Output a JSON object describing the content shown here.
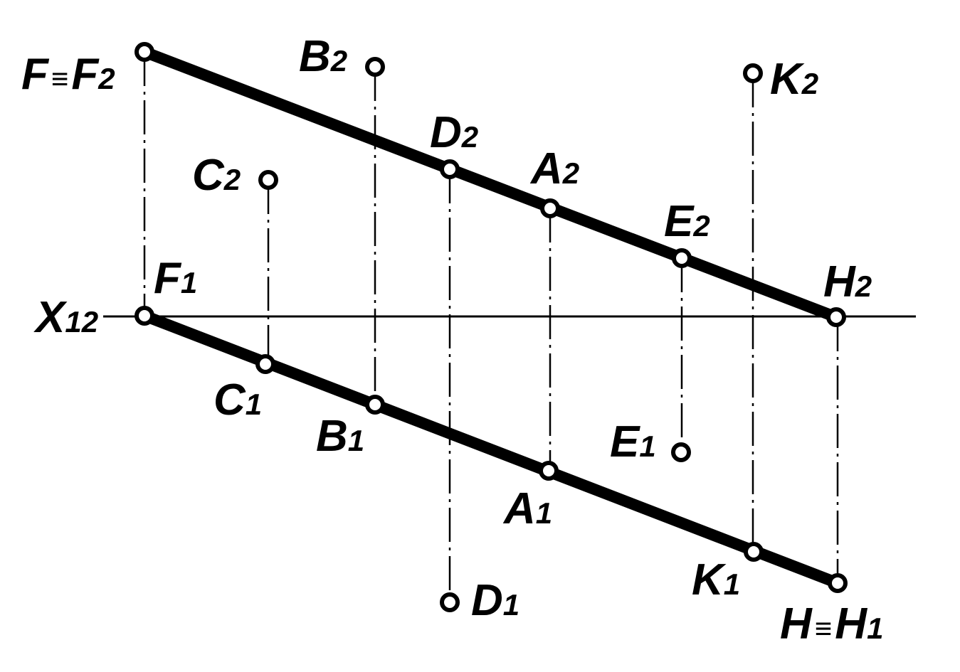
{
  "axis": {
    "main": "X",
    "sub": "12"
  },
  "points": {
    "F2": {
      "main": "F",
      "sym": "≡",
      "main2": "F",
      "sub": "2"
    },
    "F1": {
      "main": "F",
      "sub": "1"
    },
    "B2": {
      "main": "B",
      "sub": "2"
    },
    "B1": {
      "main": "B",
      "sub": "1"
    },
    "C2": {
      "main": "C",
      "sub": "2"
    },
    "C1": {
      "main": "C",
      "sub": "1"
    },
    "D2": {
      "main": "D",
      "sub": "2"
    },
    "D1": {
      "main": "D",
      "sub": "1"
    },
    "A2": {
      "main": "A",
      "sub": "2"
    },
    "A1": {
      "main": "A",
      "sub": "1"
    },
    "E2": {
      "main": "E",
      "sub": "2"
    },
    "E1": {
      "main": "E",
      "sub": "1"
    },
    "K2": {
      "main": "K",
      "sub": "2"
    },
    "K1": {
      "main": "K",
      "sub": "1"
    },
    "H2": {
      "main": "H",
      "sub": "2"
    },
    "H1": {
      "main": "H",
      "sym": "≡",
      "main2": "H",
      "sub": "1"
    }
  }
}
